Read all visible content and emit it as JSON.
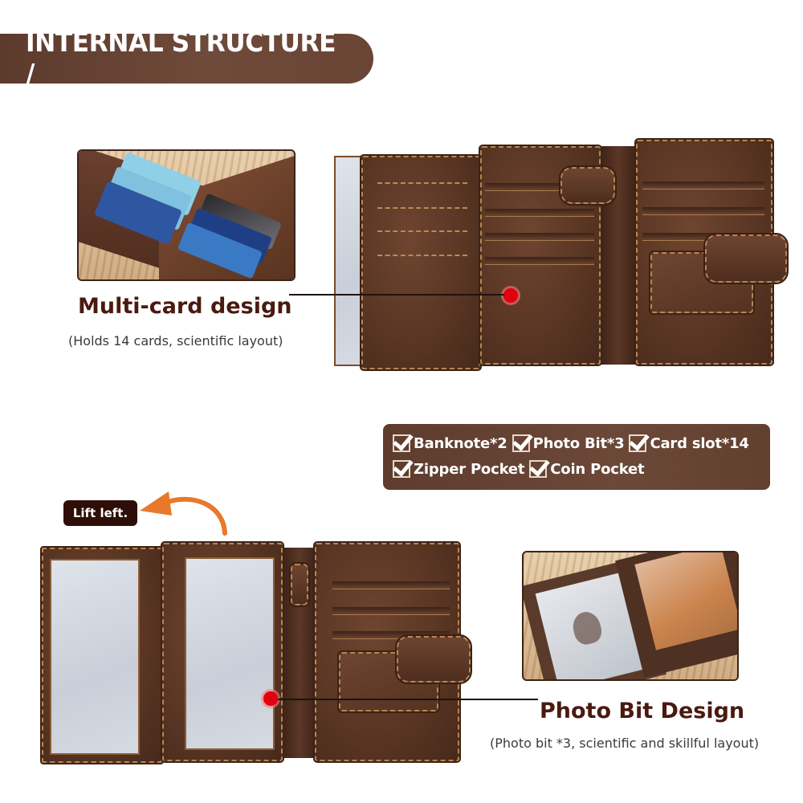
{
  "header": {
    "title": "INTERNAL STRUCTURE /"
  },
  "features": [
    {
      "title": "Multi-card design",
      "subtitle": "(Holds 14 cards, scientific layout)"
    },
    {
      "title": "Photo Bit Design",
      "subtitle": "(Photo bit *3, scientific and skillful layout)"
    }
  ],
  "checklist": {
    "rows": [
      [
        {
          "label": "Banknote*2",
          "icon": "checkbox-checked-icon"
        },
        {
          "label": "Photo Bit*3",
          "icon": "checkbox-checked-icon"
        },
        {
          "label": "Card slot*14",
          "icon": "checkbox-checked-icon"
        }
      ],
      [
        {
          "label": "Zipper Pocket",
          "icon": "checkbox-checked-icon"
        },
        {
          "label": "Coin Pocket",
          "icon": "checkbox-checked-icon"
        }
      ]
    ]
  },
  "lift": {
    "label": "Lift left.",
    "arrow_icon": "curved-arrow-left-icon",
    "arrow_color": "#e8782a"
  },
  "images": {
    "card_closeup": "wallet-cards-closeup-photo",
    "wallet_open_cards": "wallet-open-card-slots-photo",
    "wallet_open_photos": "wallet-open-photo-windows-photo",
    "photo_closeup": "wallet-photo-windows-closeup-photo"
  },
  "colors": {
    "banner_bg": "#5c3a2c",
    "checklist_bg": "#644232",
    "title_text": "#4a1a10",
    "hotspot": "#e1000e",
    "lift_bg": "#2e0f08"
  }
}
